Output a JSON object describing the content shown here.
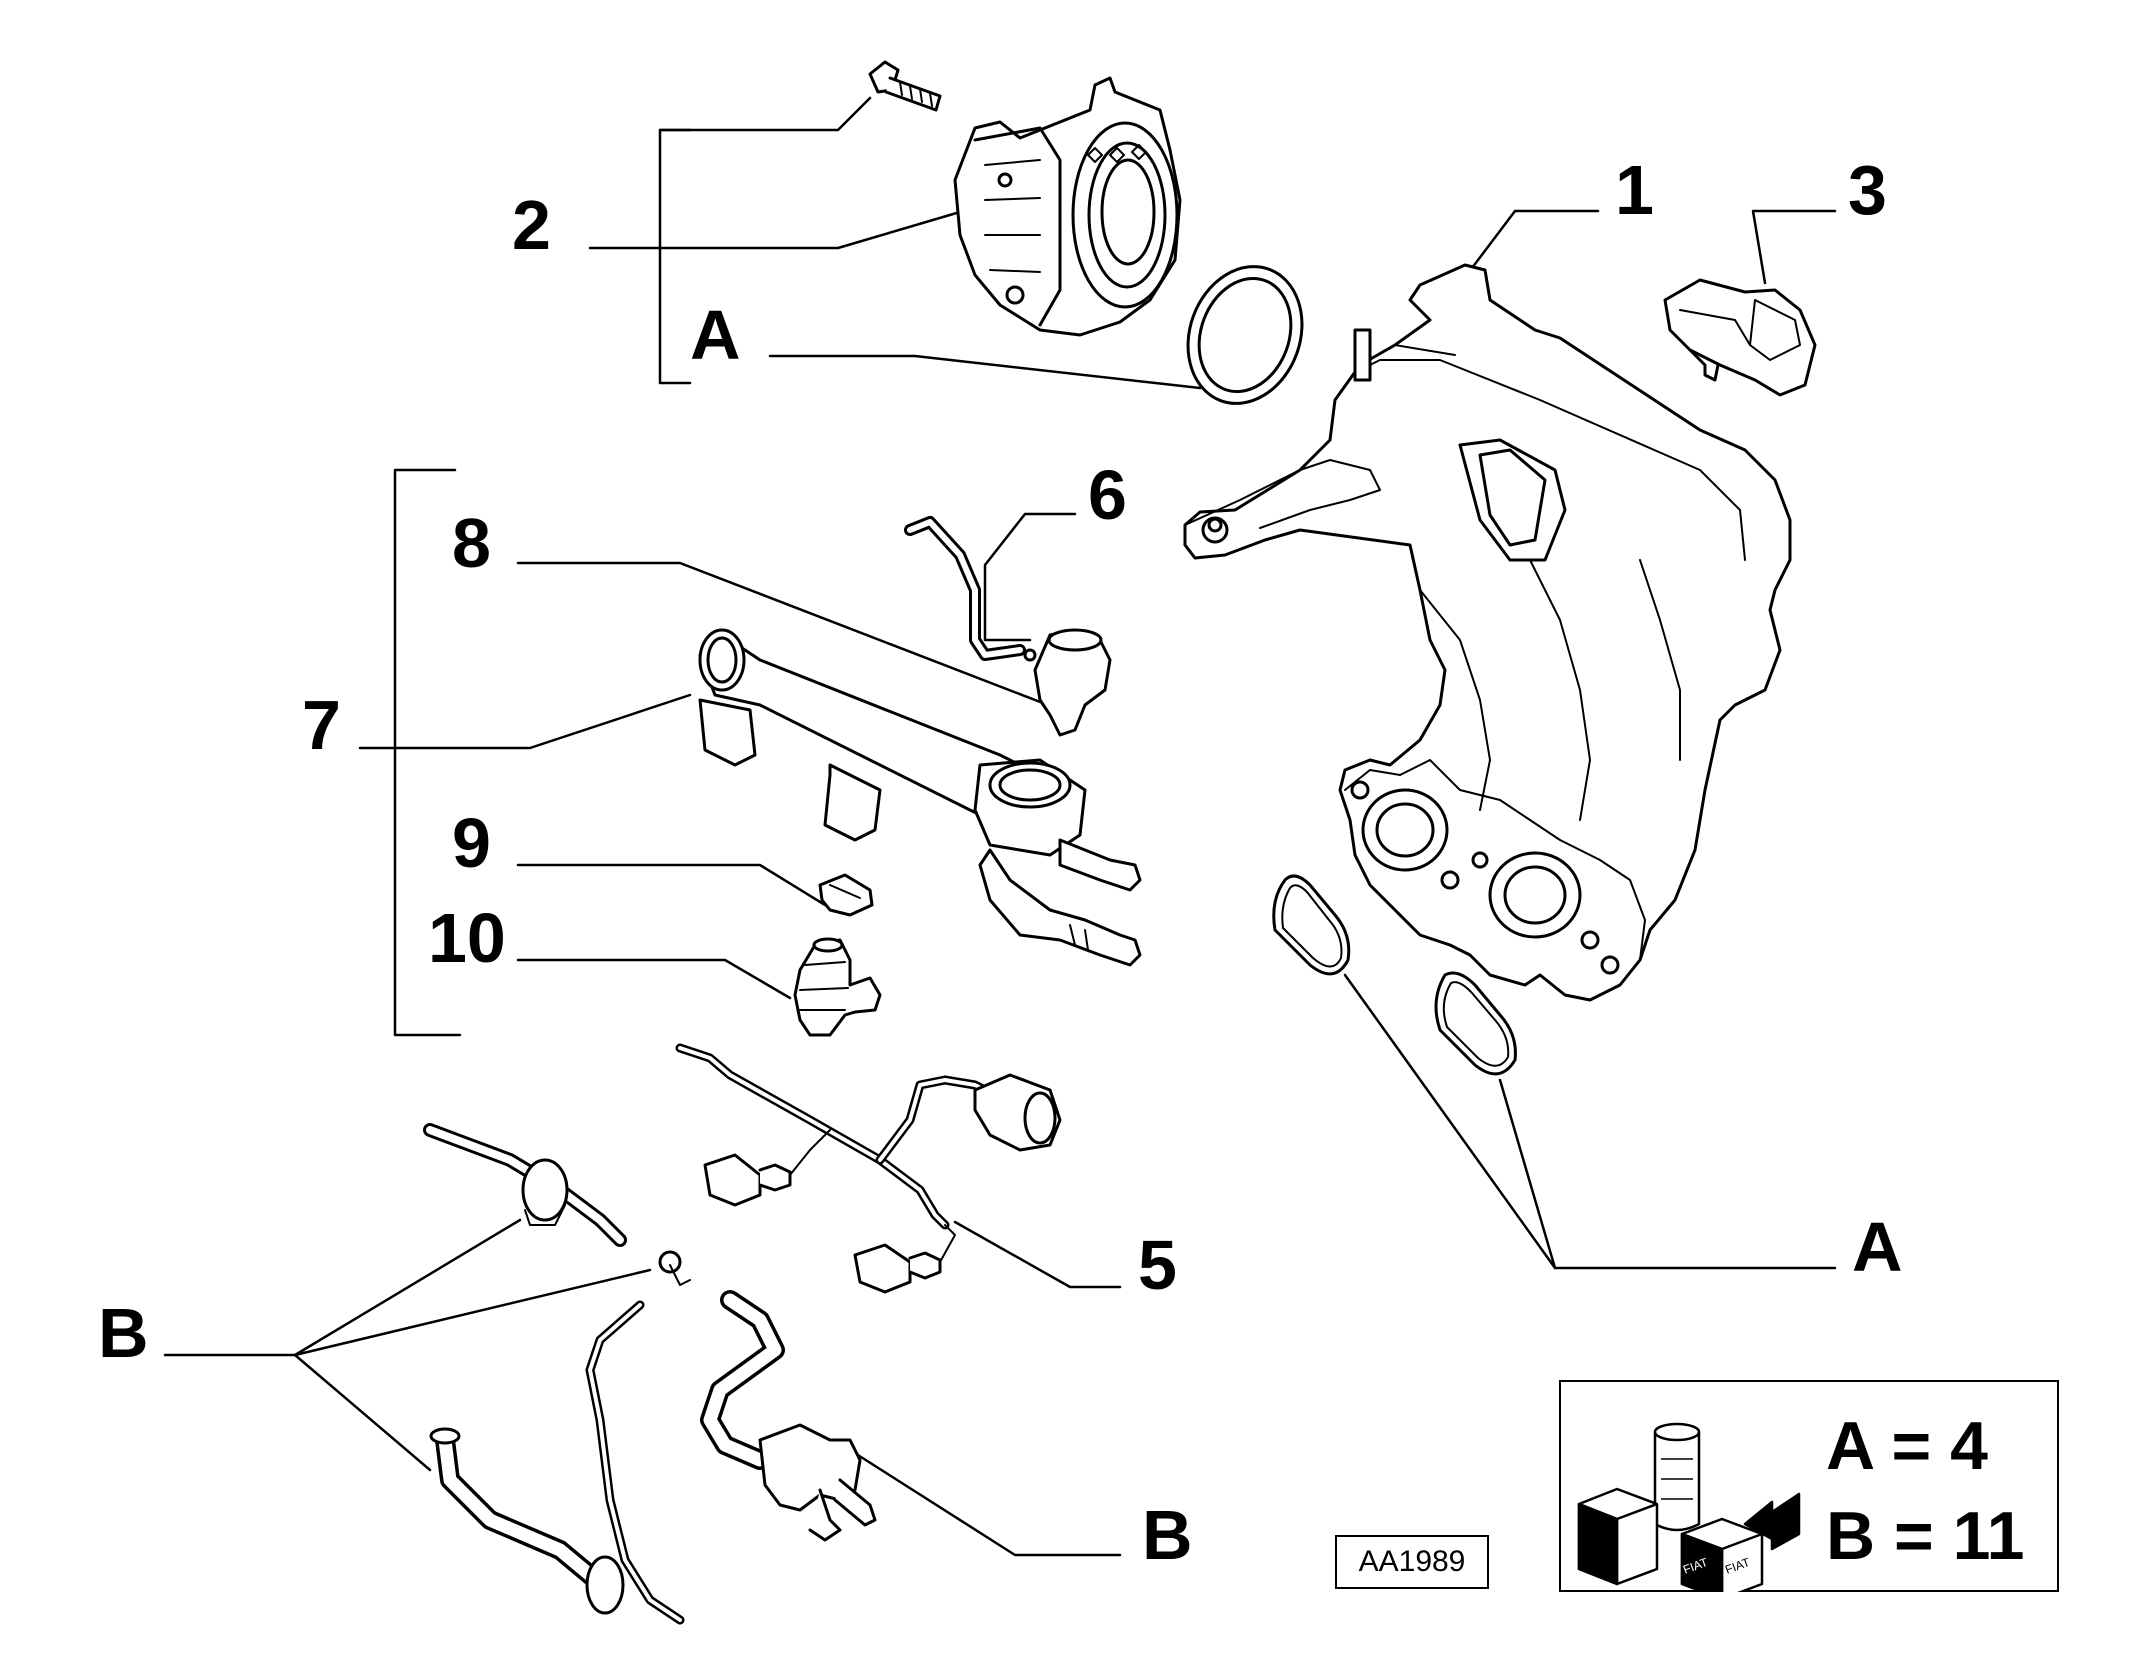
{
  "callouts": {
    "c1": "1",
    "c2": "2",
    "c3": "3",
    "c5": "5",
    "c6": "6",
    "c7": "7",
    "c8": "8",
    "c9": "9",
    "c10": "10",
    "a_top": "A",
    "a_bottom": "A",
    "b_left": "B",
    "b_right": "B"
  },
  "kit": {
    "line_a": "A = 4",
    "line_b": "B = 11"
  },
  "reference": "AA1989"
}
